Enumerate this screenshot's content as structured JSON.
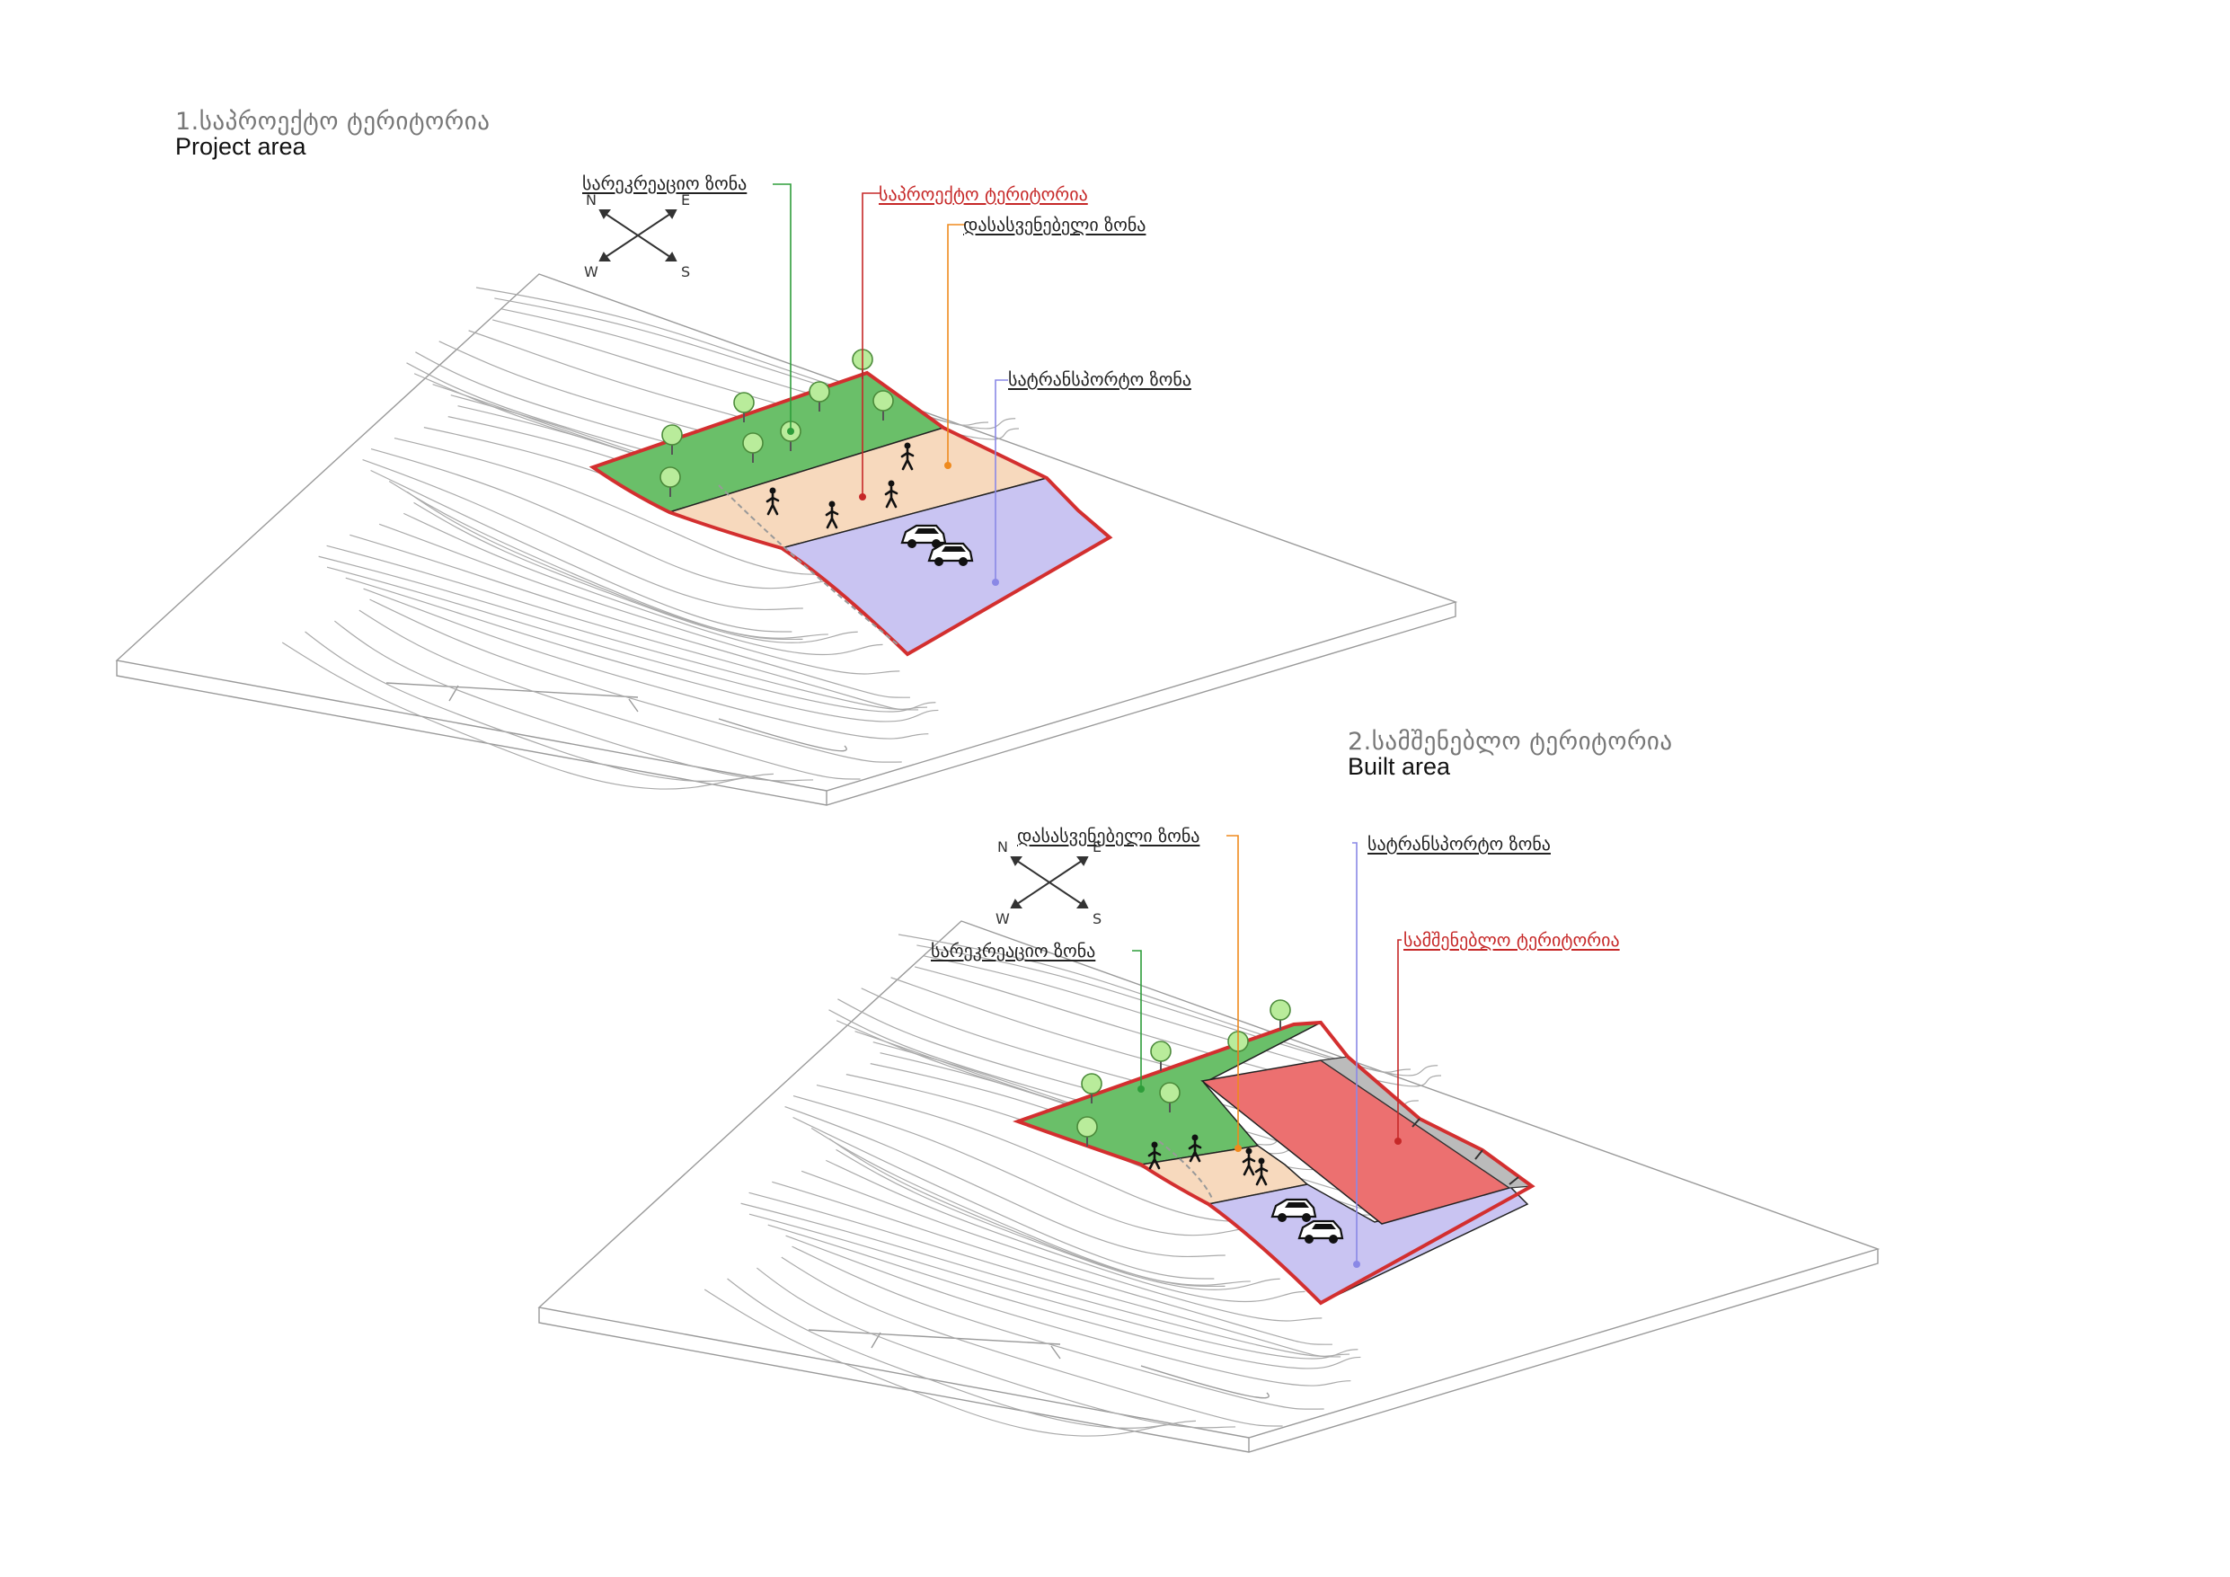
{
  "diagram_1": {
    "title_ka": "1.საპროექტო ტერიტორია",
    "title_en": "Project area",
    "labels": {
      "recreation": "სარეკრეაციო ზონა",
      "project_territory": "საპროექტო ტერიტორია",
      "rest": "დასასვენებელი ზონა",
      "transport": "სატრანსპორტო ზონა"
    }
  },
  "diagram_2": {
    "title_ka": "2.სამშენებლო ტერიტორია",
    "title_en": "Built area",
    "labels": {
      "rest": "დასასვენებელი ზონა",
      "transport": "სატრანსპორტო ზონა",
      "recreation": "სარეკრეაციო ზონა",
      "built_territory": "სამშენებლო ტერიტორია"
    }
  },
  "compass": {
    "n": "N",
    "e": "E",
    "w": "W",
    "s": "S"
  },
  "colors": {
    "recreation": "#6abf69",
    "rest": "#f7d9bd",
    "transport": "#c9c4f2",
    "built": "#ec7070",
    "boundary": "#d32f2f",
    "leader_green": "#2e9d3a",
    "leader_red": "#c62828",
    "leader_orange": "#ef8a1e",
    "leader_blue": "#8a88e6"
  }
}
